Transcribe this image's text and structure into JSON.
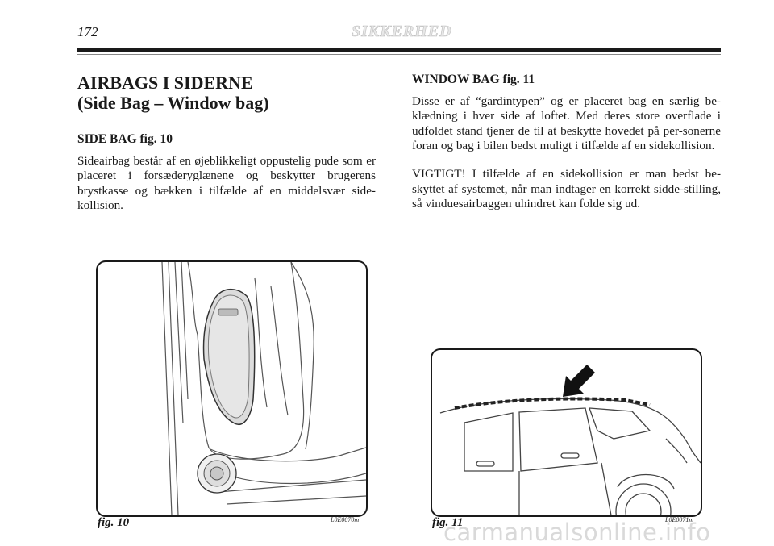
{
  "header": {
    "page_number": "172",
    "section_title": "SIKKERHED"
  },
  "left_column": {
    "title_line1": "AIRBAGS I SIDERNE",
    "title_line2": "(Side Bag – Window bag)",
    "subheading": "SIDE BAG fig. 10",
    "paragraph": "Sideairbag består af en øjeblikkeligt oppustelig pude som er placeret i forsæderyglænene og beskytter brugerens brystkasse og bækken i tilfælde af en middelsvær side-kollision."
  },
  "right_column": {
    "subheading": "WINDOW BAG  fig. 11",
    "paragraph1": "Disse er af “gardintypen” og er placeret bag en særlig be-klædning i hver side af loftet. Med deres store overflade i udfoldet stand tjener de til at beskytte hovedet på per-sonerne foran og bag i bilen bedst muligt i tilfælde af en sidekollision.",
    "paragraph2": "VIGTIGT! I tilfælde af en sidekollision er man bedst be-skyttet af systemet, når man indtager en korrekt sidde-stilling, så vinduesairbaggen uhindret kan folde sig ud."
  },
  "figures": {
    "fig10": {
      "caption": "fig. 10",
      "code": "L0E0070m",
      "icon": "seat-side-airbag-illustration"
    },
    "fig11": {
      "caption": "fig. 11",
      "code": "L0E0071m",
      "icon": "car-window-bag-illustration"
    }
  },
  "watermark": "carmanualsonline.info"
}
